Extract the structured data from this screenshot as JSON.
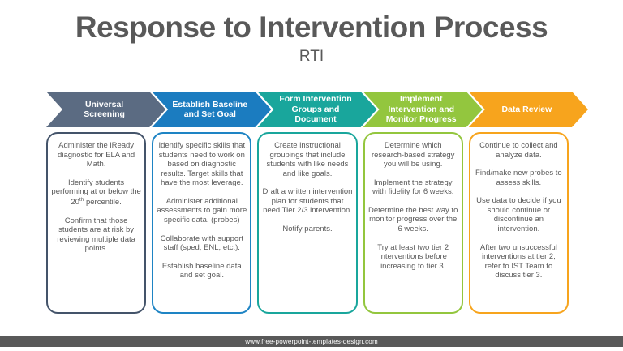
{
  "slide": {
    "title": "Response to Intervention Process",
    "subtitle": "RTI"
  },
  "colors": {
    "title_text": "#595959",
    "body_text": "#595959",
    "step1": "#5b6b82",
    "step1_border": "#44546a",
    "step2": "#1b7cc0",
    "step3": "#19a69c",
    "step4": "#93c63e",
    "step5": "#f7a41d",
    "footer_bar": "#595959"
  },
  "steps": [
    {
      "title": "Universal Screening",
      "paragraphs": [
        "Administer the iReady diagnostic for ELA and Math.",
        {
          "pre": "Identify students performing at or below the 20",
          "sup": "th",
          "post": " percentile."
        },
        "Confirm that those students are at risk by reviewing multiple data points."
      ]
    },
    {
      "title": "Establish Baseline and Set Goal",
      "paragraphs": [
        "Identify specific skills that students need to work on based on diagnostic results. Target skills that have the most leverage.",
        "Administer additional assessments to gain more specific data. (probes)",
        "Collaborate with support staff (sped, ENL, etc.).",
        "Establish baseline data and set goal."
      ]
    },
    {
      "title": "Form Intervention Groups and Document",
      "paragraphs": [
        "Create instructional groupings that include students with like needs and like goals.",
        "Draft a written intervention plan for students that need Tier 2/3 intervention.",
        "Notify parents."
      ]
    },
    {
      "title": "Implement Intervention and Monitor Progress",
      "paragraphs": [
        "Determine which research-based strategy you will be using.",
        "Implement the strategy with fidelity for 6 weeks.",
        "Determine the best way to monitor progress over the 6 weeks.",
        "Try at least two tier 2 interventions before increasing to tier 3."
      ]
    },
    {
      "title": "Data Review",
      "paragraphs": [
        "Continue to collect and analyze data.",
        "Find/make new probes to assess skills.",
        "Use data to decide if you should continue or discontinue an intervention.",
        "After two unsuccessful interventions at tier 2, refer to IST Team to discuss tier 3."
      ]
    }
  ],
  "footer": {
    "url": "www.free-powerpoint-templates-design.com"
  }
}
